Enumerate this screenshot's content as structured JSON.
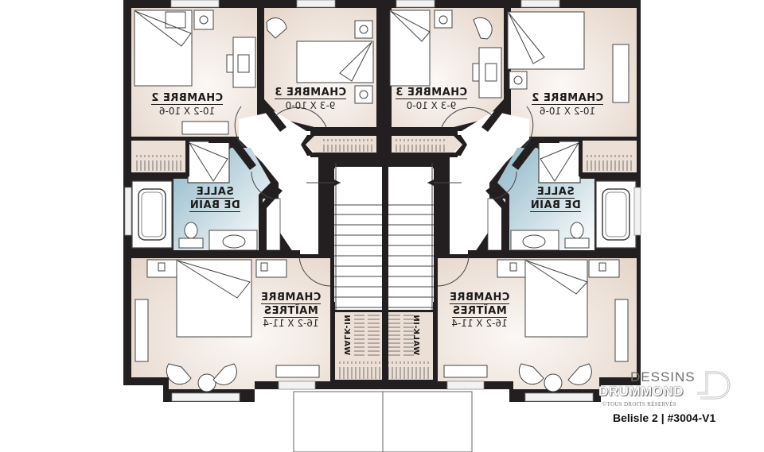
{
  "plan": {
    "type": "duplex upper floor plan (mirrored units)",
    "colors": {
      "wall": "#231f20",
      "room_fill": "#ecdfd5",
      "room_fill_light": "#f8f2ee",
      "bath_fill": "#a9c9d6",
      "line": "#3a3a3a"
    }
  },
  "units": {
    "left": {
      "chambre2": {
        "name": "CHAMBRE 2",
        "dims": "10-2 X 10-6"
      },
      "chambre3": {
        "name": "CHAMBRE 3",
        "dims": "9-3 X 10-0"
      },
      "salle_de_bain": {
        "line1": "SALLE",
        "line2": "DE BAIN"
      },
      "chambre_maitres": {
        "line1": "CHAMBRE",
        "line2": "MAÎTRES",
        "dims": "16-2 X 11-4"
      },
      "walk_in": "WALK-IN"
    },
    "right": {
      "chambre2": {
        "name": "CHAMBRE 2",
        "dims": "10-2 X 10-6"
      },
      "chambre3": {
        "name": "CHAMBRE 3",
        "dims": "9-3 X 10-0"
      },
      "salle_de_bain": {
        "line1": "SALLE",
        "line2": "DE BAIN"
      },
      "chambre_maitres": {
        "line1": "CHAMBRE",
        "line2": "MAÎTRES",
        "dims": "16-2 X 11-4"
      },
      "walk_in": "WALK-IN"
    }
  },
  "branding": {
    "logo_line1": "DESSINS",
    "logo_line2": "DRUMMOND",
    "copyright": "©TOUS DROITS RÉSERVÉS",
    "caption": "Belisle 2 | #3004-V1"
  }
}
